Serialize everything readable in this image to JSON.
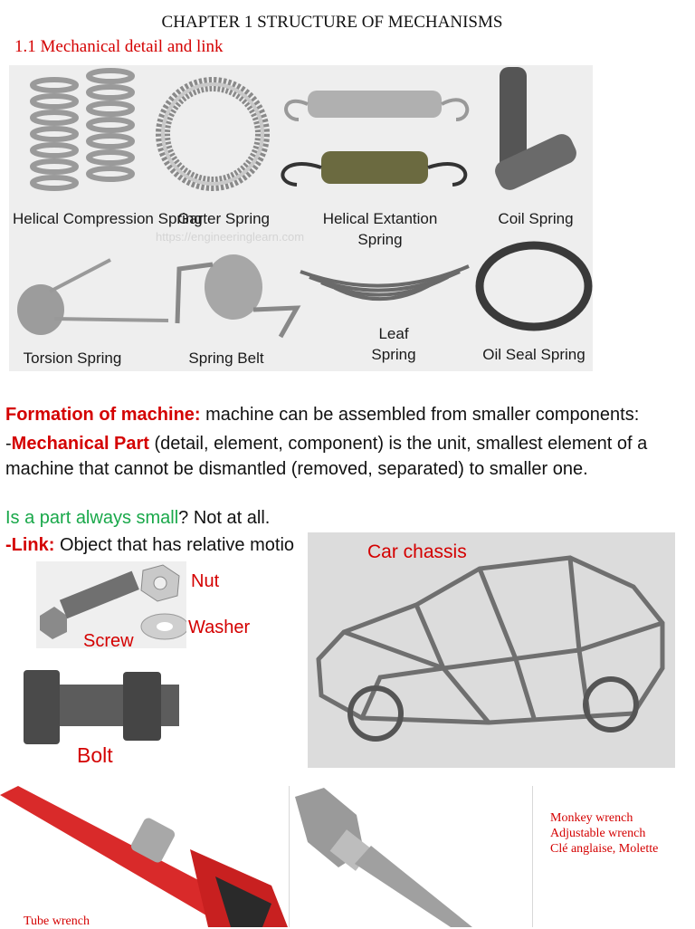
{
  "header": {
    "chapter_title": "CHAPTER 1 STRUCTURE OF MECHANISMS",
    "section_title": "1.1 Mechanical detail and link"
  },
  "springs": {
    "items": [
      {
        "label": "Helical Compression Spring"
      },
      {
        "label": "Garter Spring"
      },
      {
        "label": "Helical Extantion Spring"
      },
      {
        "label": "Coil Spring"
      },
      {
        "label": "Torsion Spring"
      },
      {
        "label": "Spring Belt"
      },
      {
        "label": "Leaf Spring"
      },
      {
        "label": "Oil Seal Spring"
      }
    ],
    "watermark": "https://engineeringlearn.com"
  },
  "formation": {
    "heading": "Formation of machine:",
    "text": " machine can be assembled from smaller components:"
  },
  "mechanical_part": {
    "dash": "-",
    "heading": "Mechanical Part",
    "text": " (detail, element, component) is the unit, smallest element of a machine that cannot be dismantled (removed, separated) to smaller one."
  },
  "question": {
    "question_text": "Is a part always small",
    "answer": "? Not at all."
  },
  "link": {
    "heading": "-Link:",
    "text": " Object that has relative motio"
  },
  "fasteners": {
    "nut": "Nut",
    "washer": "Washer",
    "screw": "Screw",
    "bolt": "Bolt"
  },
  "chassis": {
    "label": "Car chassis"
  },
  "wrenches": {
    "monkey": "Monkey wrench",
    "adjustable": "Adjustable wrench",
    "french": "Clé anglaise, Molette",
    "tube": "Tube wrench"
  }
}
